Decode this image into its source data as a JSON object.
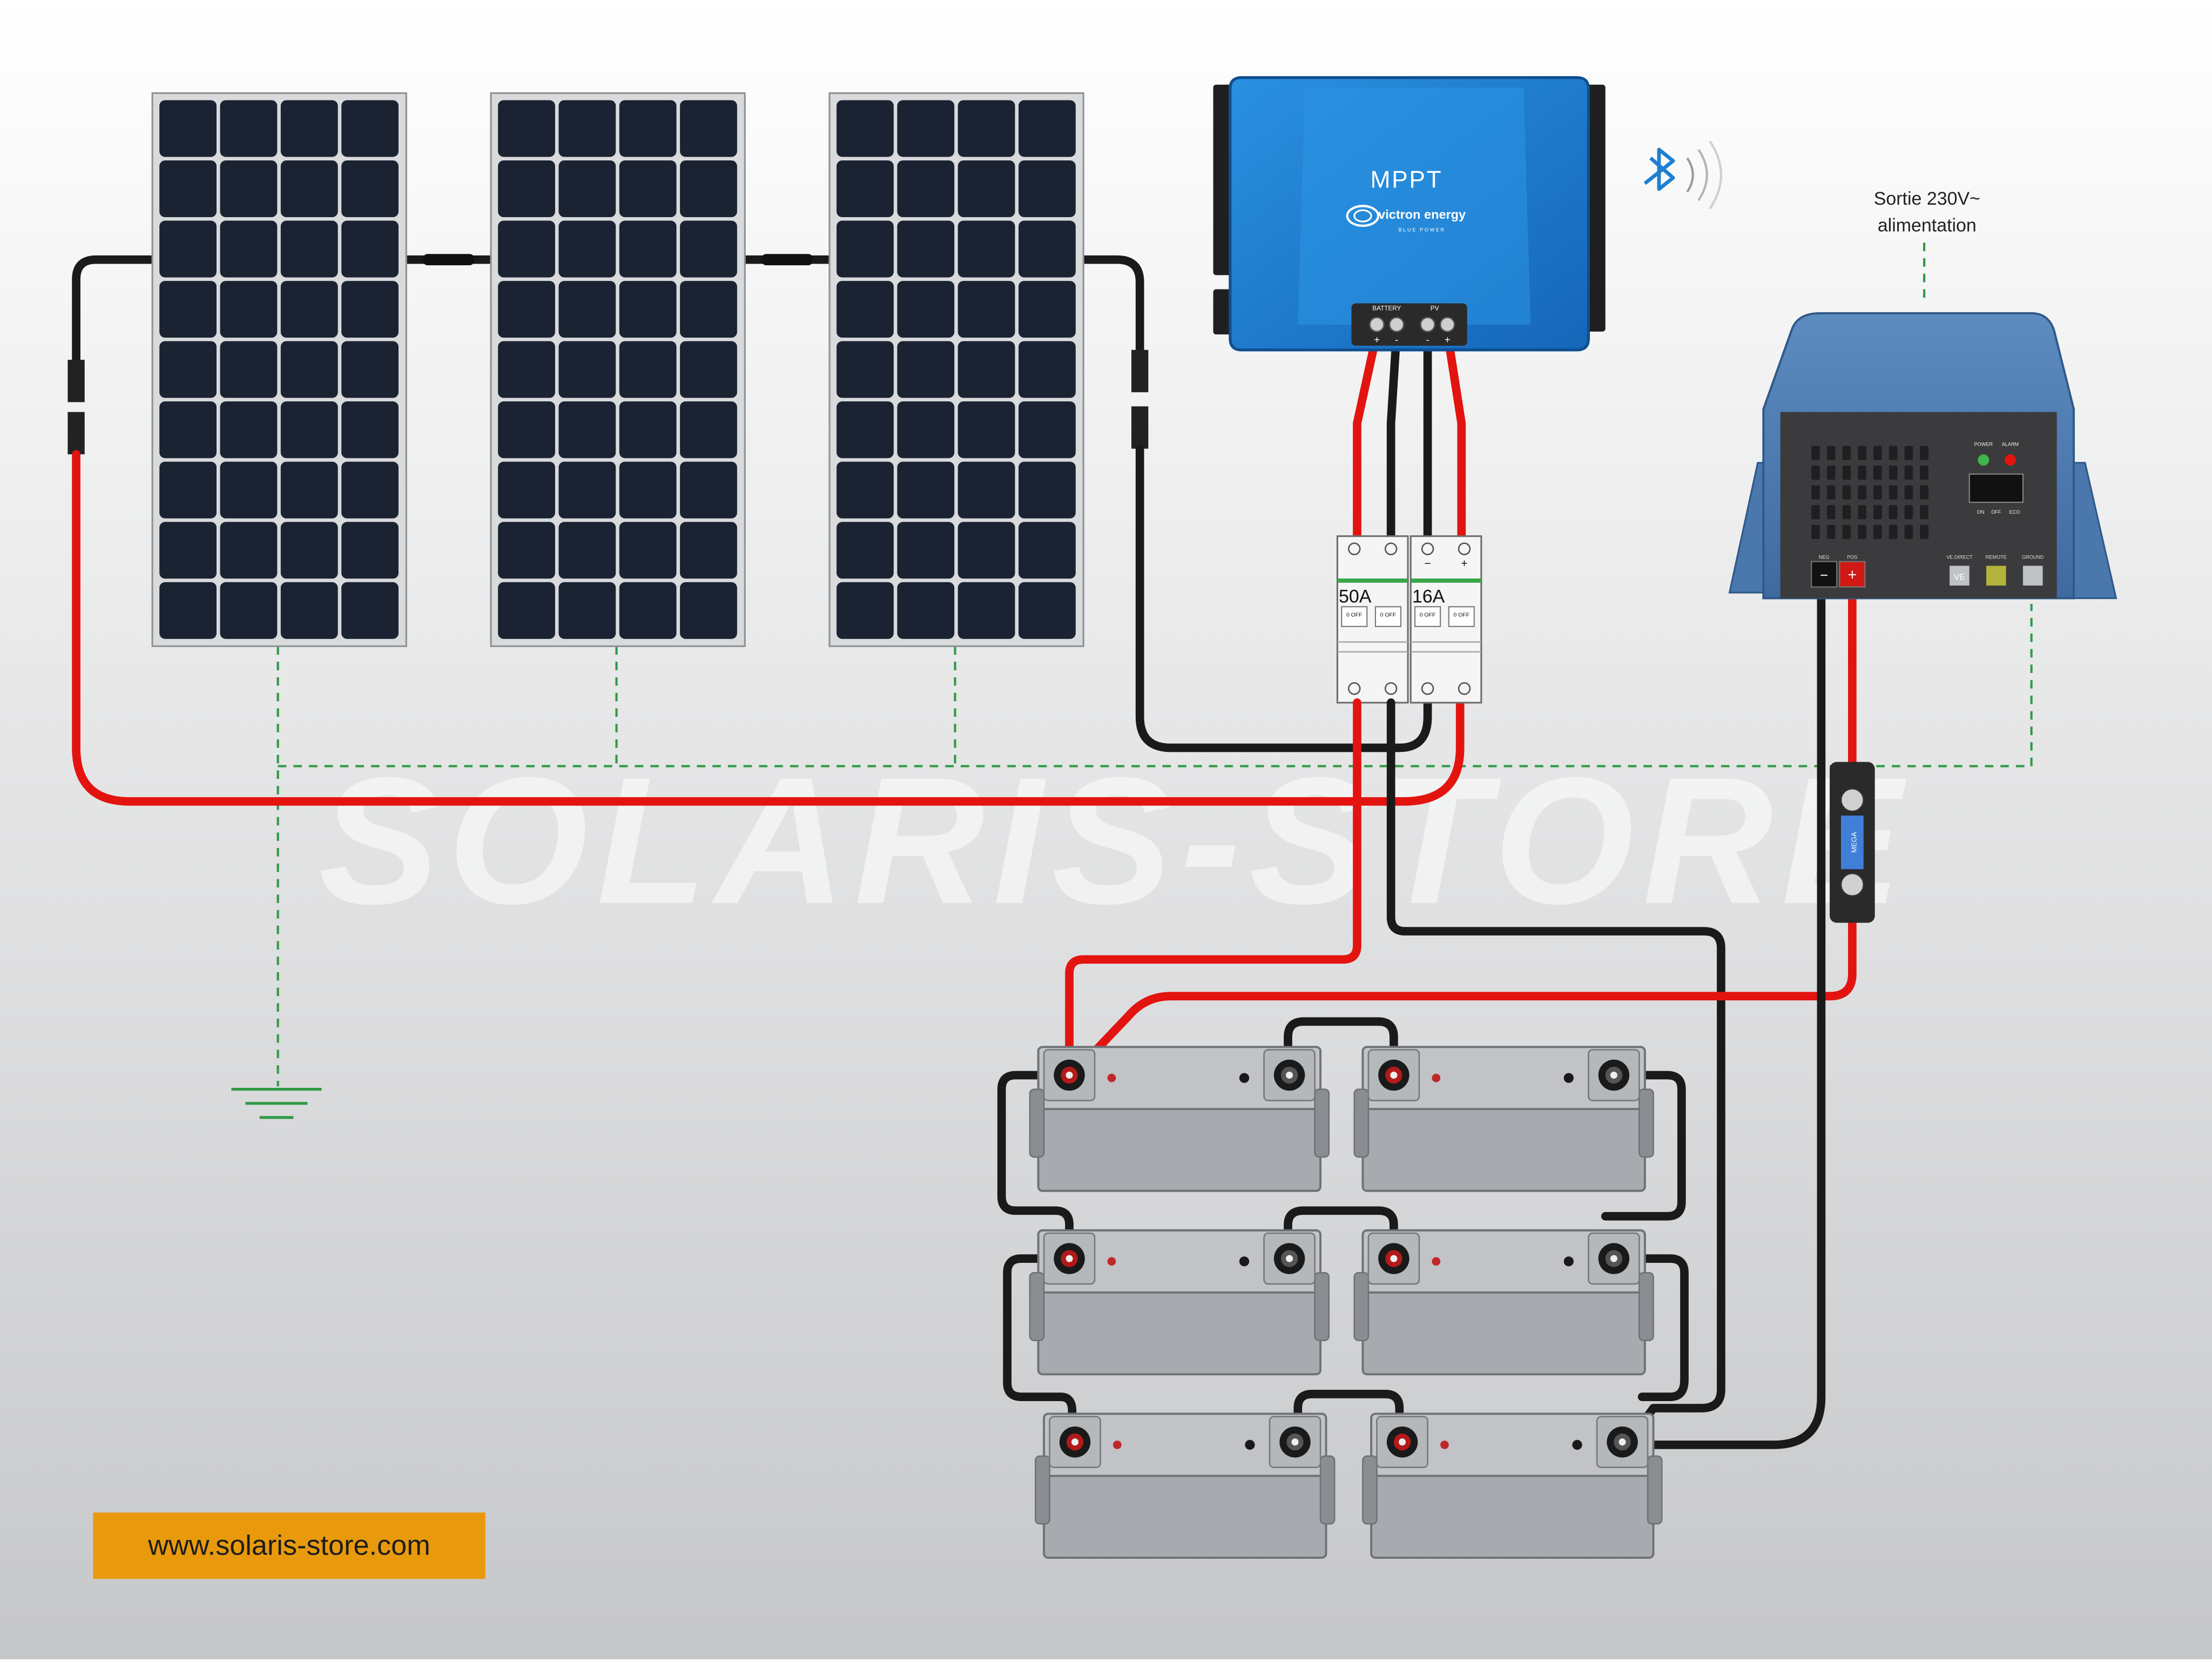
{
  "watermark": "SOLARIS-STORE",
  "website_label": "www.solaris-store.com",
  "charge_controller": {
    "title": "MPPT",
    "brand": "victron energy",
    "brand_tagline": "BLUE POWER",
    "terminal_battery": "BATTERY",
    "terminal_pv": "PV"
  },
  "breakers": [
    {
      "rating": "50A",
      "off_label": "0 OFF"
    },
    {
      "rating": "16A",
      "off_label": "0 OFF"
    }
  ],
  "inverter": {
    "output_label_line1": "Sortie 230V~",
    "output_label_line2": "alimentation",
    "led_power": "POWER",
    "led_alarm": "ALARM",
    "switch_on": "ON",
    "switch_off": "OFF",
    "switch_eco": "ECO",
    "terminal_neg": "NEG",
    "terminal_pos": "POS",
    "port_vedirect": "VE.DIRECT",
    "port_remote": "REMOTE",
    "port_ground": "GROUND"
  },
  "fuse_label": "MEGA",
  "colors": {
    "positive_wire": "#e3140f",
    "negative_wire": "#1a1a1a",
    "ground_wire": "#2f9a46",
    "victron_blue": "#1e7fd0",
    "label_bg": "#e89a0c"
  },
  "icons": [
    "bluetooth-icon",
    "ground-symbol-icon"
  ]
}
